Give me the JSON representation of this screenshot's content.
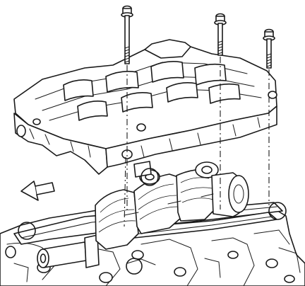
{
  "figure": {
    "description_visible_text": "",
    "arrow_direction": "left",
    "line_color": "#1a1a1a",
    "background_color": "#ffffff",
    "bolts": [
      {
        "id": "bolt-1"
      },
      {
        "id": "bolt-2"
      },
      {
        "id": "bolt-3"
      }
    ],
    "callout_circles": 4
  }
}
